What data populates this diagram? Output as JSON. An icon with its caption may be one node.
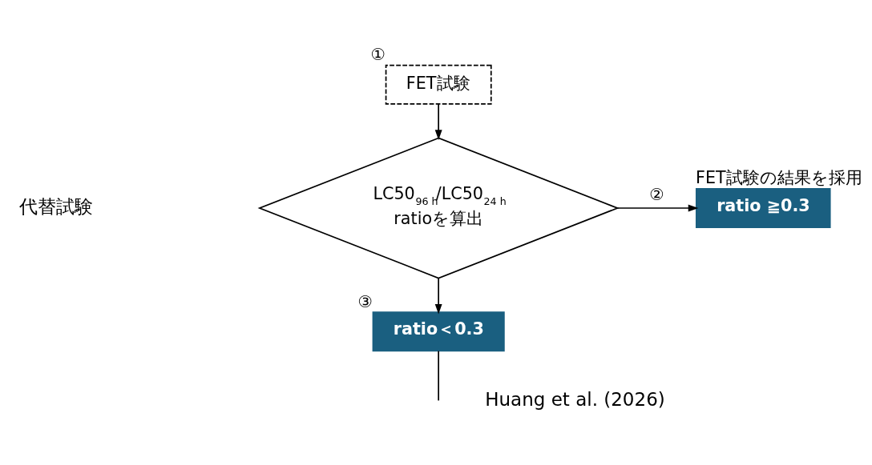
{
  "diagram": {
    "nodes": [
      {
        "text": [
          "FET試験"
        ],
        "beside": [
          "①"
        ]
      },
      {
        "text": [
          "LC50$_{96 h}$/LC50$_{24 h}$ ratioを算出"
        ]
      },
      {
        "text": [
          "ratio ≧0.3"
        ],
        "beside": [
          "FET試験の結果を採用"
        ]
      },
      {
        "text": [
          "ratio＜0.3"
        ],
        "beside": [
          "③"
        ]
      }
    ],
    "edges": [
      {
        "from": 0,
        "to": 1,
        "arrow": "to"
      },
      {
        "from": 1,
        "to": 2,
        "arrow": "to",
        "label": "②"
      },
      {
        "from": 1,
        "to": 3,
        "arrow": "to"
      },
      {
        "from": 3,
        "to": null,
        "arrow": "none"
      }
    ],
    "labels": [
      "代替試験",
      "Huang et al. (2026)"
    ]
  }
}
